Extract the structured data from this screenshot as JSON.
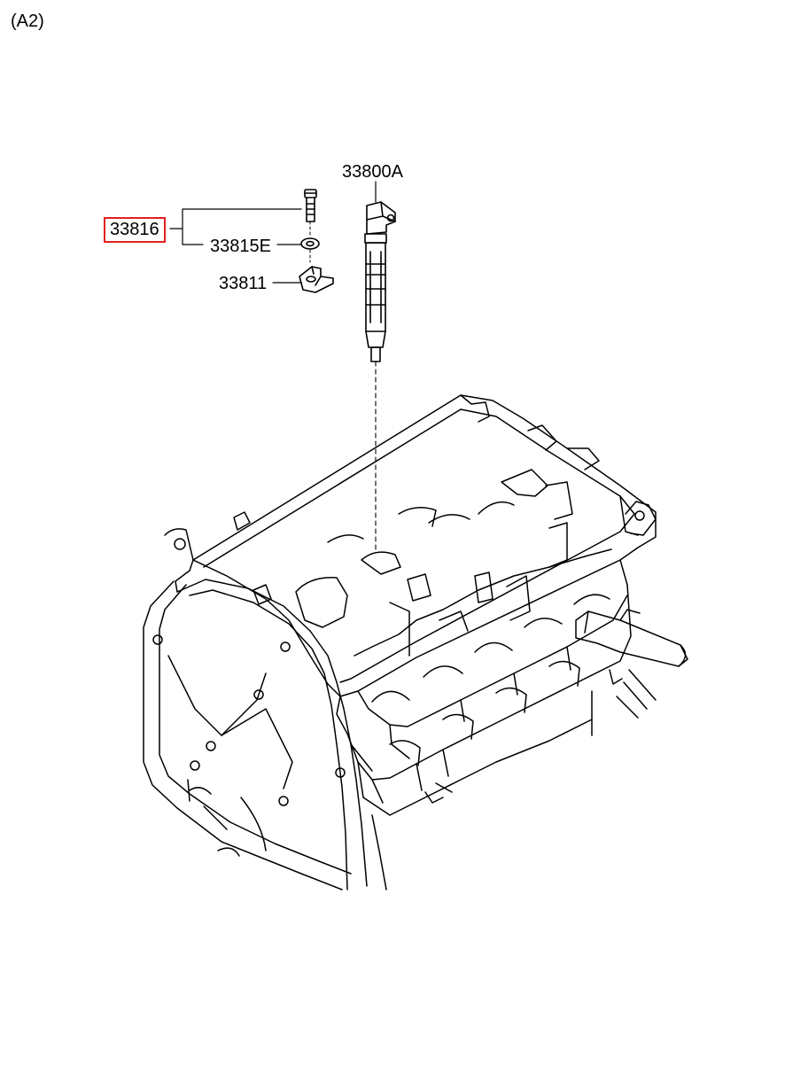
{
  "view_label": "(A2)",
  "callouts": [
    {
      "id": "33800A",
      "text": "33800A",
      "highlighted": false
    },
    {
      "id": "33816",
      "text": "33816",
      "highlighted": true
    },
    {
      "id": "33815E",
      "text": "33815E",
      "highlighted": false
    },
    {
      "id": "33811",
      "text": "33811",
      "highlighted": false
    }
  ],
  "colors": {
    "line": "#000000",
    "highlight": "#e02020",
    "background": "#ffffff"
  }
}
